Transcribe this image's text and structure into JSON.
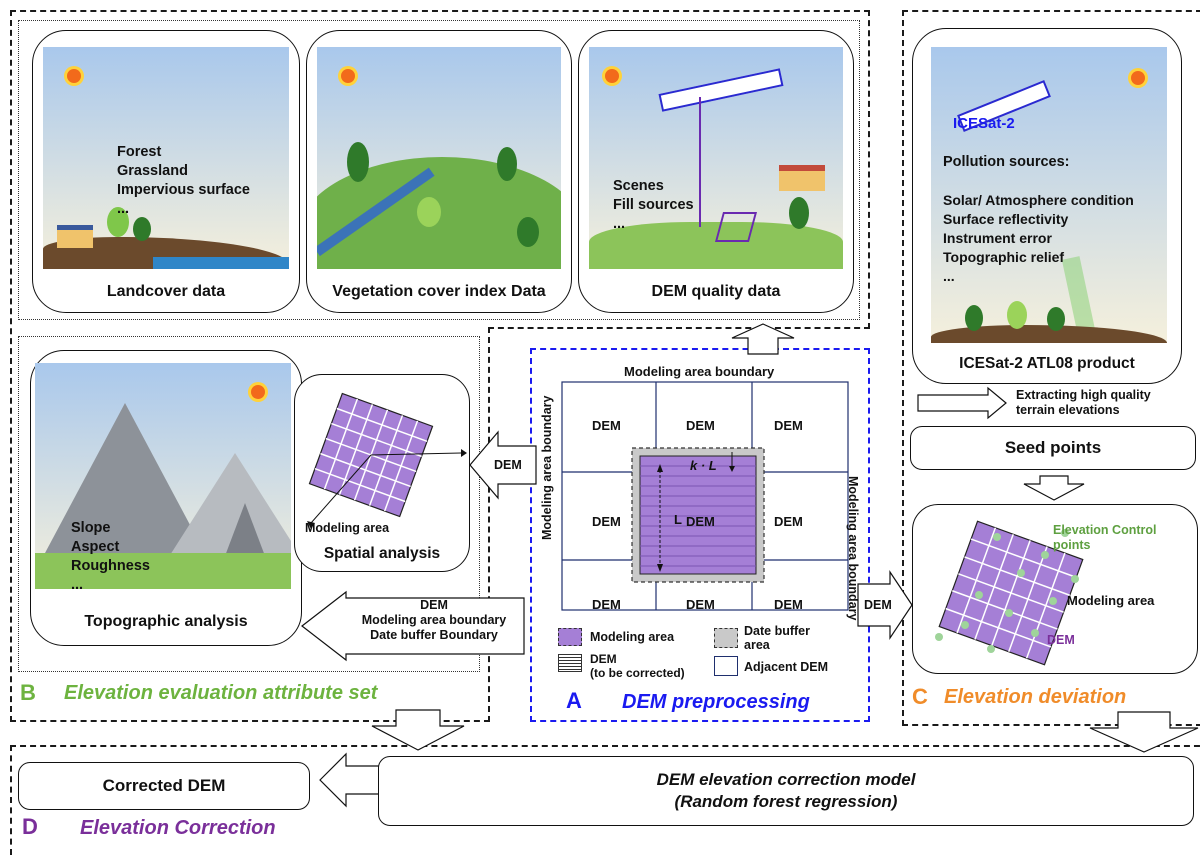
{
  "section_a": {
    "letter": "A",
    "title": "DEM preprocessing"
  },
  "section_b": {
    "letter": "B",
    "title": "Elevation evaluation attribute set"
  },
  "section_c": {
    "letter": "C",
    "title": "Elevation deviation"
  },
  "section_d": {
    "letter": "D",
    "title": "Elevation Correction"
  },
  "landcover": {
    "lines": [
      "Forest",
      "Grassland",
      "Impervious surface",
      "..."
    ],
    "caption": "Landcover data"
  },
  "vegetation": {
    "caption": "Vegetation cover index Data"
  },
  "dem_quality": {
    "lines": [
      "Scenes",
      "Fill sources",
      "..."
    ],
    "caption": "DEM quality data"
  },
  "icesat": {
    "satellite_label": "ICESat-2",
    "heading": "Pollution sources:",
    "sources": [
      "Solar/ Atmosphere condition",
      "Surface reflectivity",
      "Instrument error",
      "Topographic relief",
      "..."
    ],
    "caption": "ICESat-2 ATL08 product"
  },
  "topographic": {
    "lines": [
      "Slope",
      "Aspect",
      "Roughness",
      "..."
    ],
    "caption": "Topographic analysis"
  },
  "spatial": {
    "grid_label": "Modeling area",
    "caption": "Spatial analysis"
  },
  "preprocessing": {
    "top_label": "Modeling area boundary",
    "left_label": "Modeling area boundary",
    "right_label": "Modeling area boundary",
    "cell_label": "DEM",
    "buffer_label": "k · L",
    "length_label": "L",
    "legend": {
      "modeling_area": "Modeling area",
      "dem_corrected": "DEM\n(to be corrected)",
      "date_buffer": "Date buffer\narea",
      "adjacent_dem": "Adjacent DEM"
    }
  },
  "arrows": {
    "to_spatial": "DEM",
    "to_topographic": [
      "DEM",
      "Modeling area boundary",
      "Date buffer Boundary"
    ],
    "to_c": "DEM",
    "extract": [
      "Extracting high quality",
      "terrain elevations"
    ]
  },
  "seed_points": "Seed points",
  "deviation": {
    "control_label": "Elevation Control\npoints",
    "area_label": "Modeling area",
    "dem_label": "DEM"
  },
  "correction": {
    "corrected_dem": "Corrected DEM",
    "model_title": "DEM elevation correction model",
    "model_subtitle": "(Random forest regression)"
  },
  "colors": {
    "section_a": "#1a1af0",
    "section_b": "#6db33f",
    "section_c": "#f08c2a",
    "section_d": "#7a2f9a",
    "grid_purple": "#a57fd6",
    "control_point": "#9fd49a"
  }
}
